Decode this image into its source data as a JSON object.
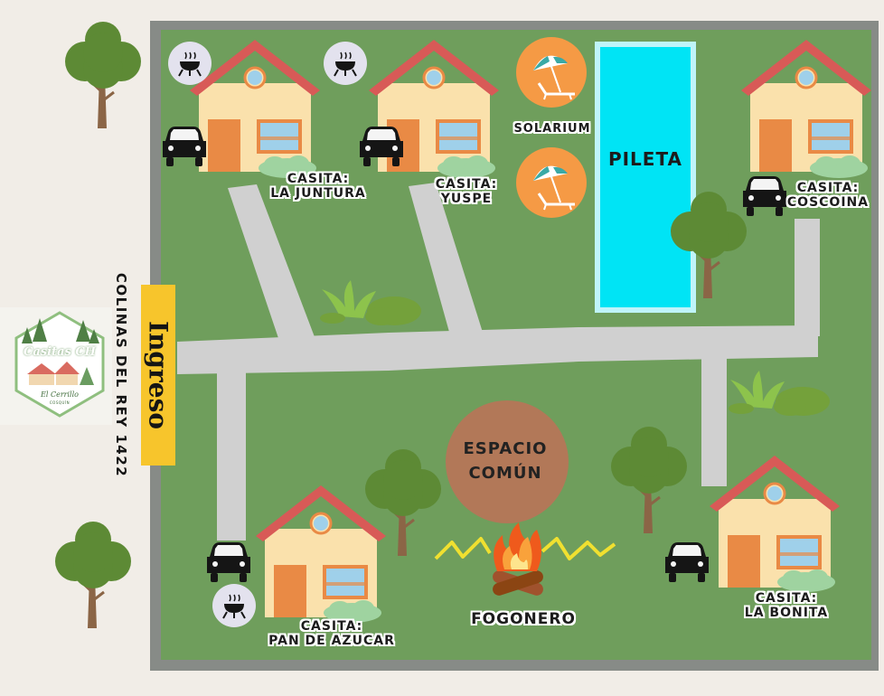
{
  "entrance": {
    "label": "Ingreso",
    "address": "COLINAS DEL REY 1422"
  },
  "logo": {
    "title": "Casitas CH",
    "subtitle": "El Cerrillo",
    "small": "COSQUÍN"
  },
  "casitas": [
    {
      "l1": "CASITA:",
      "l2": "LA JUNTURA"
    },
    {
      "l1": "CASITA:",
      "l2": "YUSPE"
    },
    {
      "l1": "CASITA:",
      "l2": "COSCOINA"
    },
    {
      "l1": "CASITA:",
      "l2": "PAN DE AZUCAR"
    },
    {
      "l1": "CASITA:",
      "l2": "LA BONITA"
    }
  ],
  "pool": {
    "label": "PILETA"
  },
  "solarium": {
    "label": "SOLARIUM"
  },
  "common_area": {
    "l1": "ESPACIO",
    "l2": "COMÚN"
  },
  "fire_pit": {
    "label": "FOGONERO"
  },
  "colors": {
    "grass": "#6f9e5c",
    "border": "#878b87",
    "path": "#d0d0d0",
    "pool": "#00e4f5",
    "roof": "#d85a57",
    "house_wall": "#fae1ac",
    "door": "#e98a45",
    "common_area": "#b27858",
    "entrance": "#f7c52c",
    "solarium": "#f59a45"
  }
}
